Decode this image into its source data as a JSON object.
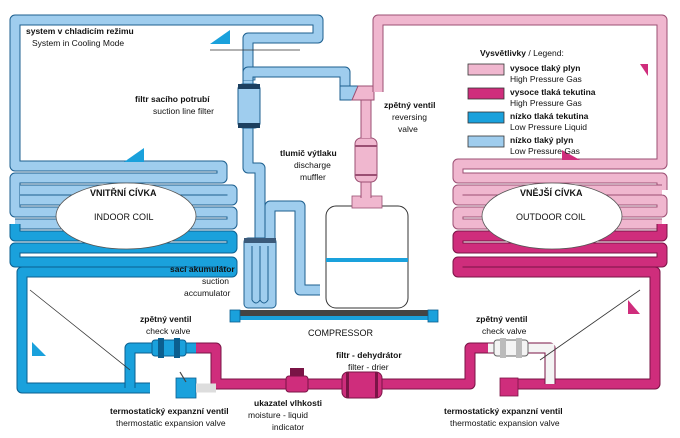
{
  "colors": {
    "high_pressure_gas": "#f0b7cf",
    "high_pressure_liquid": "#cf2d7c",
    "low_pressure_liquid": "#1aa1dc",
    "low_pressure_gas": "#9fcdee"
  },
  "labels": {
    "system_cz": "system v chladicím režimu",
    "system_en": "System in Cooling Mode",
    "suction_filter_cz": "filtr sacího potrubí",
    "suction_filter_en": "suction line filter",
    "reversing_valve_cz": "zpětný ventil",
    "reversing_valve_en1": "reversing",
    "reversing_valve_en2": "valve",
    "muffler_cz": "tlumič výtlaku",
    "muffler_en1": "discharge",
    "muffler_en2": "muffler",
    "indoor_coil_cz": "VNITŘNÍ CÍVKA",
    "indoor_coil_en": "INDOOR COIL",
    "outdoor_coil_cz": "VNĚJŠÍ CÍVKA",
    "outdoor_coil_en": "OUTDOOR COIL",
    "accumulator_cz": "sací akumulátor",
    "accumulator_en1": "suction",
    "accumulator_en2": "accumulator",
    "compressor": "COMPRESSOR",
    "check_valve_left_cz": "zpětný ventil",
    "check_valve_left_en": "check valve",
    "check_valve_right_cz": "zpětný ventil",
    "check_valve_right_en": "check valve",
    "filter_drier_cz": "filtr - dehydrátor",
    "filter_drier_en": "filter - drier",
    "moisture_cz": "ukazatel vlhkosti",
    "moisture_en1": "moisture - liquid",
    "moisture_en2": "indicator",
    "txv_left_cz": "termostatický expanzní ventil",
    "txv_left_en": "thermostatic expansion valve",
    "txv_right_cz": "termostatický expanzní ventil",
    "txv_right_en": "thermostatic expansion valve"
  },
  "legend": {
    "title_cz": "Vysvětlivky",
    "title_sep": " / ",
    "title_en": "Legend:",
    "items": [
      {
        "cz": "vysoce tlaký plyn",
        "en": "High Pressure Gas",
        "color": "#f0b7cf"
      },
      {
        "cz": "vysoce tlaká tekutina",
        "en": "High Pressure Gas",
        "color": "#cf2d7c"
      },
      {
        "cz": "nízko tlaká tekutina",
        "en": "Low Pressure Liquid",
        "color": "#1aa1dc"
      },
      {
        "cz": "nízko tlaký plyn",
        "en": "Low Pressure Gas",
        "color": "#9fcdee"
      }
    ]
  }
}
